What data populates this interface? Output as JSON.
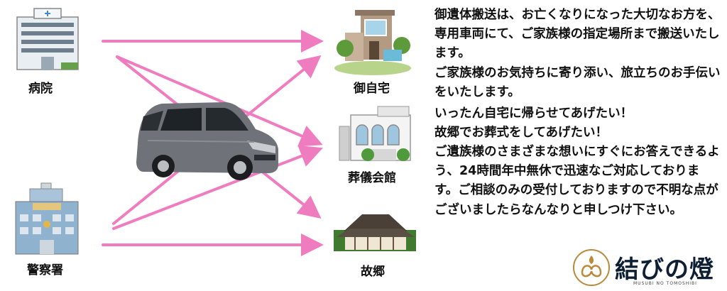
{
  "labels": {
    "hospital": "病院",
    "police": "警察署",
    "home": "御自宅",
    "funeral_hall": "葬儀会館",
    "hometown": "故郷"
  },
  "description": {
    "p1": "御遺体搬送は、お亡くなりになった大切なお方を、専用車両にて、ご家族様の指定場所まで搬送いたします。",
    "p2": "ご家族様のお気持ちに寄り添い、旅立ちのお手伝いをいたします。",
    "p3": "いったん自宅に帰らせてあげたい！",
    "p4": "故郷でお葬式をしてあげたい！",
    "p5": "ご遺族様のさまざまな想いにすぐにお答えできるよう、24時間年中無休で迅速なご対応しております。ご相談のみの受付しておりますので不明な点がございましたらなんなりと申しつけ下さい。"
  },
  "brand": {
    "name": "結びの燈",
    "romaji": "MUSUBI NO TOMOSHIBI",
    "accent": "#0e1f33",
    "gold": "#b98a3a"
  },
  "colors": {
    "arrow": "#f07cc0",
    "car": "#6f7278"
  },
  "icons": [
    "hospital-icon",
    "police-station-icon",
    "house-icon",
    "funeral-hall-icon",
    "traditional-house-icon",
    "van-image",
    "brand-logo-icon"
  ]
}
